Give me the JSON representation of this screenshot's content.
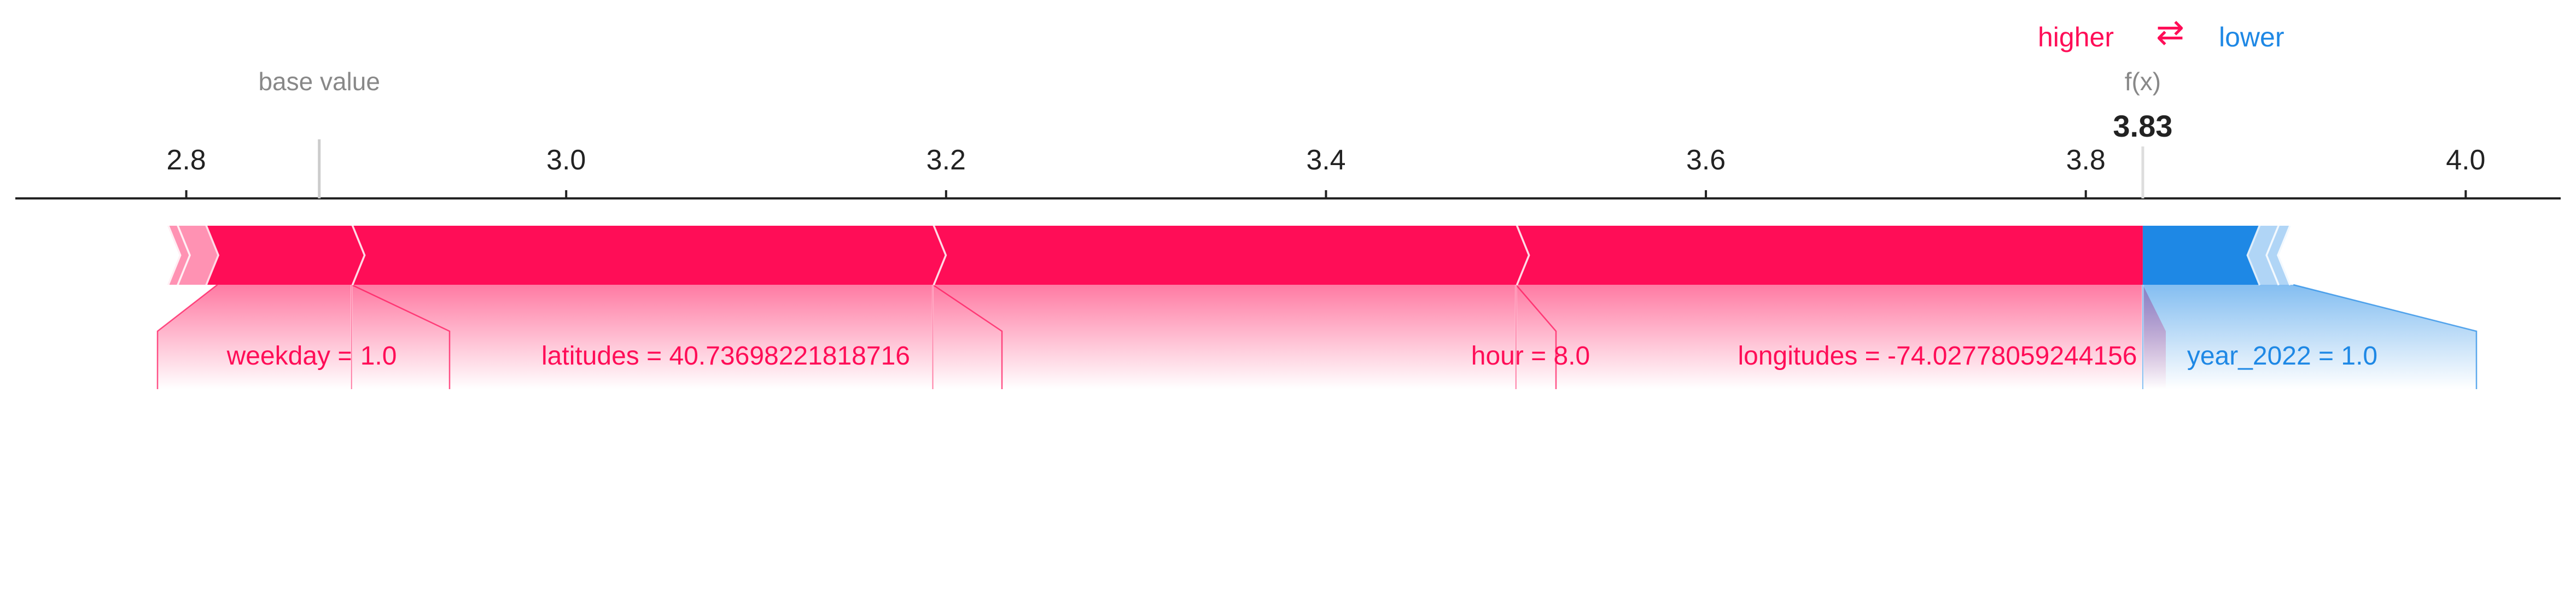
{
  "legend": {
    "higher_label": "higher",
    "lower_label": "lower",
    "arrows": "⇄",
    "higher_color": "#ff0d57",
    "lower_color": "#1e88e5"
  },
  "base_value_label": "base value",
  "fx_label": "f(x)",
  "chart_data": {
    "type": "force-plot",
    "base_value": 2.87,
    "output_value": 3.83,
    "output_value_label": "3.83",
    "xlim": [
      2.71,
      4.05
    ],
    "ticks": [
      {
        "value": 2.8,
        "label": "2.8"
      },
      {
        "value": 3.0,
        "label": "3.0"
      },
      {
        "value": 3.2,
        "label": "3.2"
      },
      {
        "value": 3.4,
        "label": "3.4"
      },
      {
        "value": 3.6,
        "label": "3.6"
      },
      {
        "value": 3.8,
        "label": "3.8"
      },
      {
        "value": 4.0,
        "label": "4.0"
      }
    ],
    "positive_features": [
      {
        "label": "longitudes = -74.02778059244156",
        "start": 3.5,
        "end": 3.83
      },
      {
        "label": "hour = 8.0",
        "start": 3.193,
        "end": 3.5
      },
      {
        "label": "latitudes = 40.73698221818716",
        "start": 2.887,
        "end": 3.193
      },
      {
        "label": "weekday = 1.0",
        "start": 2.81,
        "end": 2.887
      },
      {
        "label": "",
        "start": 2.795,
        "end": 2.81
      },
      {
        "label": "",
        "start": 2.79,
        "end": 2.795
      }
    ],
    "negative_features": [
      {
        "label": "year_2022 = 1.0",
        "start": 3.83,
        "end": 3.892
      },
      {
        "label": "",
        "start": 3.892,
        "end": 3.902
      },
      {
        "label": "",
        "start": 3.902,
        "end": 3.908
      }
    ]
  }
}
